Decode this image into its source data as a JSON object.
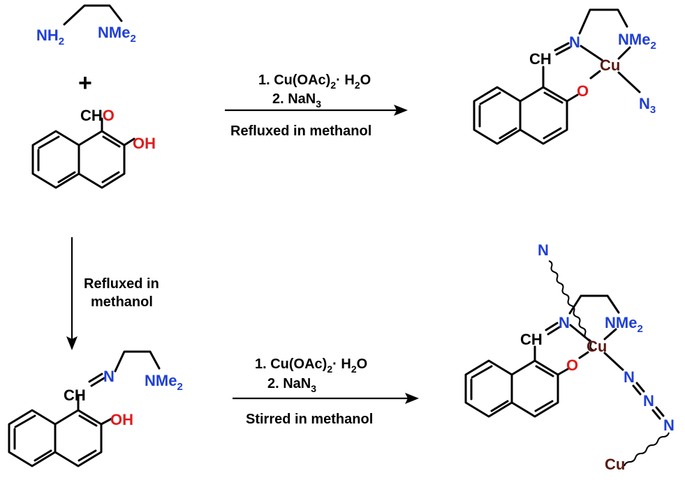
{
  "reagents": {
    "amine_left": "NH",
    "amine_left_sub": "2",
    "amine_right": "NMe",
    "amine_right_sub": "2",
    "plus": "+",
    "aldehyde_CH": "CH",
    "aldehyde_O": "O",
    "hydroxyl": "OH"
  },
  "reaction_top": {
    "step1_prefix": "1. Cu(OAc)",
    "step1_sub": "2",
    "step1_suffix": "· H",
    "step1_sub2": "2",
    "step1_end": "O",
    "step2": "2. NaN",
    "step2_sub": "3",
    "condition": "Refluxed in methanol"
  },
  "reaction_down": {
    "line1": "Refluxed in",
    "line2": "methanol"
  },
  "reaction_bottom": {
    "step1_prefix": "1. Cu(OAc)",
    "step1_sub": "2",
    "step1_suffix": "· H",
    "step1_sub2": "2",
    "step1_end": "O",
    "step2": "2. NaN",
    "step2_sub": "3",
    "condition": "Stirred in methanol"
  },
  "product_top": {
    "CH": "CH",
    "N": "N",
    "NMe": "NMe",
    "NMe_sub": "2",
    "Cu": "Cu",
    "O": "O",
    "N3": "N",
    "N3_sub": "3"
  },
  "ligand": {
    "CH": "CH",
    "N": "N",
    "NMe": "NMe",
    "NMe_sub": "2",
    "OH": "OH"
  },
  "product_bottom": {
    "N_top": "N",
    "CH": "CH",
    "N": "N",
    "NMe": "NMe",
    "NMe_sub": "2",
    "Cu": "Cu",
    "O": "O",
    "N_a": "N",
    "N_b": "N",
    "N_c": "N",
    "Cu_bottom": "Cu"
  },
  "colors": {
    "nitrogen": "#1f3fd6",
    "oxygen": "#e01b1b",
    "copper": "#5a1a12"
  }
}
